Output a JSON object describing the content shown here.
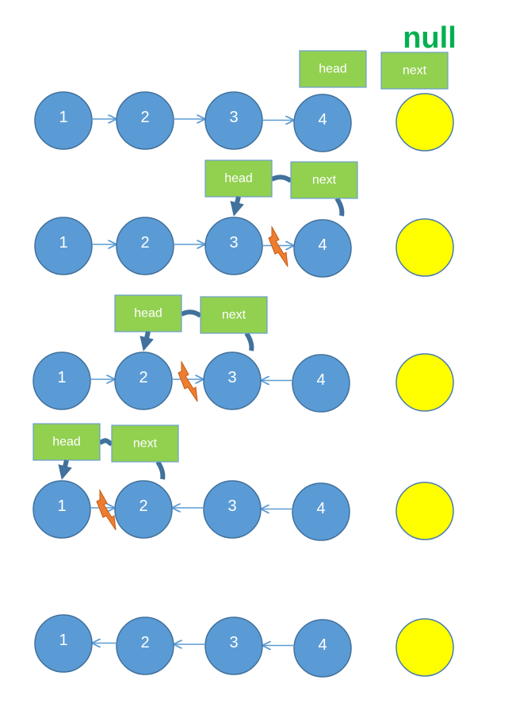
{
  "null_label": "null",
  "pointers": {
    "head": "head",
    "next": "next"
  },
  "steps": [
    {
      "nodes": [
        "1",
        "2",
        "3",
        "4"
      ],
      "links": [
        "fwd",
        "fwd",
        "fwd"
      ],
      "head_at": 4,
      "next_at": "null",
      "break_after": null
    },
    {
      "nodes": [
        "1",
        "2",
        "3",
        "4"
      ],
      "links": [
        "fwd",
        "fwd",
        "fwd"
      ],
      "head_at": 3,
      "next_at": 4,
      "break_after": 3
    },
    {
      "nodes": [
        "1",
        "2",
        "3",
        "4"
      ],
      "links": [
        "fwd",
        "fwd",
        "rev"
      ],
      "head_at": 2,
      "next_at": 3,
      "break_after": 2
    },
    {
      "nodes": [
        "1",
        "2",
        "3",
        "4"
      ],
      "links": [
        "fwd",
        "rev",
        "rev"
      ],
      "head_at": 1,
      "next_at": 2,
      "break_after": 1
    },
    {
      "nodes": [
        "1",
        "2",
        "3",
        "4"
      ],
      "links": [
        "rev",
        "rev",
        "rev"
      ],
      "head_at": null,
      "next_at": null,
      "break_after": null
    }
  ],
  "colors": {
    "node_fill": "#5b9bd5",
    "null_node_fill": "#ffff00",
    "pointer_box_fill": "#92d050",
    "null_text": "#00b050",
    "bolt": "#ed7d31"
  }
}
